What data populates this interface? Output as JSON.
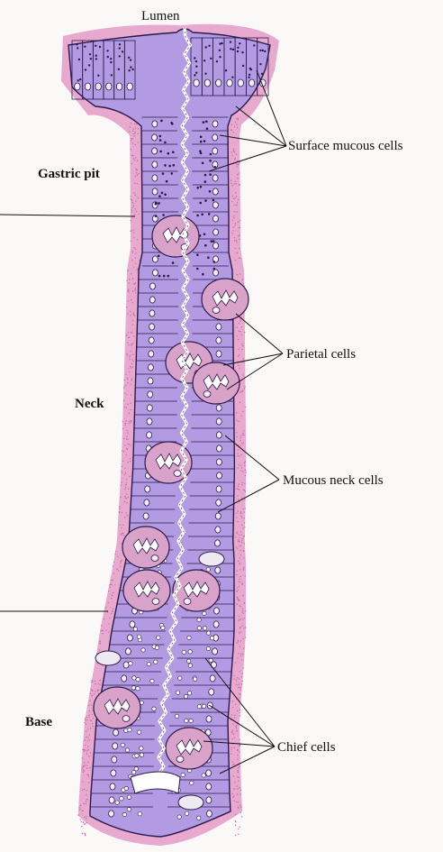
{
  "labels": {
    "lumen": "Lumen",
    "surface_mucous_cells": "Surface mucous cells",
    "gastric_pit": "Gastric pit",
    "parietal_cells": "Parietal cells",
    "neck": "Neck",
    "mucous_neck_cells": "Mucous neck cells",
    "base": "Base",
    "chief_cells": "Chief cells"
  },
  "colors": {
    "background": "#fbf9f7",
    "lamina_propria": "#e8a9cf",
    "lamina_stipple": "#c46aa3",
    "epithelium": "#b39be3",
    "cell_outline": "#2b1a4a",
    "nucleus": "#f3eef7",
    "parietal_cell": "#d9a2c9",
    "chief_granule": "#ffffff",
    "mucous_granule": "#2b1a4a",
    "lumen": "#ffffff"
  }
}
